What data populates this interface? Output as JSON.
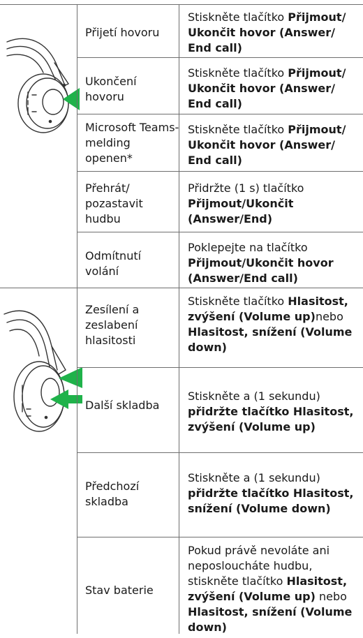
{
  "section1": {
    "image_icon": "headset-answer-button-illustration",
    "rows": [
      {
        "function": "Přijetí hovoru",
        "action": [
          {
            "t": "Stiskněte tlačítko ",
            "b": false
          },
          {
            "t": "Přijmout/ Ukončit hovor (Answer/ End call)",
            "b": true
          }
        ]
      },
      {
        "function": "Ukončení hovoru",
        "action": [
          {
            "t": "Stiskněte tlačítko ",
            "b": false
          },
          {
            "t": "Přijmout/ Ukončit hovor (Answer/ End call)",
            "b": true
          }
        ]
      },
      {
        "function": "Microsoft Teams-melding openen*",
        "action": [
          {
            "t": "Stiskněte tlačítko ",
            "b": false
          },
          {
            "t": "Přijmout/ Ukončit hovor (Answer/ End call)",
            "b": true
          }
        ]
      },
      {
        "function": "Přehrát/ pozastavit hudbu",
        "action": [
          {
            "t": "Přidržte (1 s) tlačítko ",
            "b": false
          },
          {
            "t": "Přijmout/Ukončit (Answer/End)",
            "b": true
          }
        ]
      },
      {
        "function": "Odmítnutí volání",
        "action": [
          {
            "t": "Poklepejte na tlačítko ",
            "b": false
          },
          {
            "t": "Přijmout/Ukončit hovor (Answer/End call)",
            "b": true
          }
        ]
      }
    ]
  },
  "section2": {
    "image_icon": "headset-volume-buttons-illustration",
    "rows": [
      {
        "function": "Zesílení a zeslabení hlasitosti",
        "action": [
          {
            "t": "Stiskněte tlačítko ",
            "b": false
          },
          {
            "t": "Hlasitost, zvýšení (Volume up)",
            "b": true
          },
          {
            "t": "nebo ",
            "b": false
          },
          {
            "t": "Hlasitost, snížení (Volume down)",
            "b": true
          }
        ]
      },
      {
        "function": "Další skladba",
        "action": [
          {
            "t": "Stiskněte a (1 sekundu) ",
            "b": false
          },
          {
            "t": "přidržte tlačítko Hlasitost, zvýšení (Volume up)",
            "b": true
          }
        ]
      },
      {
        "function": "Předchozí skladba",
        "action": [
          {
            "t": "Stiskněte a (1 sekundu) ",
            "b": false
          },
          {
            "t": "přidržte tlačítko Hlasitost, snížení (Volume down)",
            "b": true
          }
        ]
      },
      {
        "function": "Stav baterie",
        "action": [
          {
            "t": "Pokud právě nevoláte ani neposloucháte hudbu, stiskněte tlačítko ",
            "b": false
          },
          {
            "t": "Hlasitost, zvýšení (Volume up)",
            "b": true
          },
          {
            "t": " nebo ",
            "b": false
          },
          {
            "t": "Hlasitost, snížení (Volume down)",
            "b": true
          }
        ]
      }
    ]
  },
  "colors": {
    "arrow": "#1fb24a",
    "line": "#6e6e6e",
    "ink": "#333333"
  }
}
